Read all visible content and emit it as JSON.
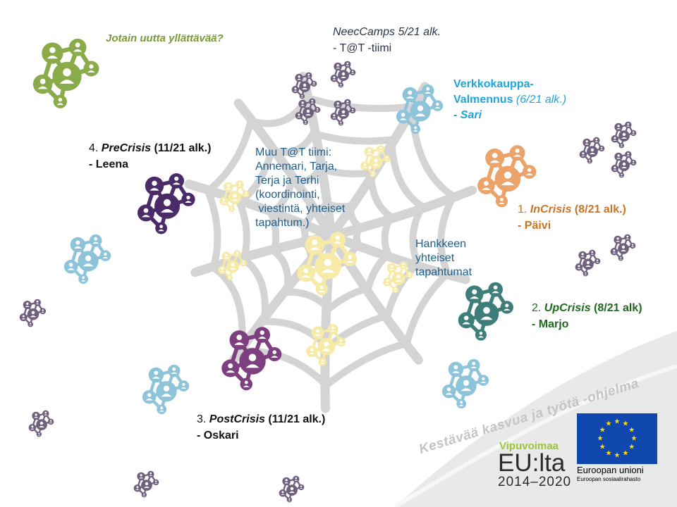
{
  "colors": {
    "olive": "#8aab4a",
    "lightblue": "#8ec4da",
    "blue": "#1ea6d8",
    "orange": "#eba36a",
    "teal": "#3d7e7a",
    "purple_dark": "#4a2b68",
    "plum": "#7d3f80",
    "lavender": "#6f607f",
    "cream": "#f6eaa6",
    "web": "#d2d2d2",
    "text_dark": "#1f2a44",
    "text_blue": "#1f5f8b",
    "text_orange": "#c87424",
    "text_green": "#1f6a1f"
  },
  "notes": {
    "surprise": "Jotain uutta yllättävää?",
    "neeccamps_title": "NeecCamps 5/21 alk.",
    "neeccamps_team": "- T@T -tiimi",
    "verkko_line1": "Verkkokauppa-",
    "verkko_line2a": "Valmennus ",
    "verkko_line2b": "(6/21 alk.)",
    "verkko_line3": "- Sari",
    "precrisis_num": "4. ",
    "precrisis_name": "PreCrisis",
    "precrisis_date": " (11/21 alk.)",
    "precrisis_person": "- Leena",
    "muu_lines": [
      "Muu T@T tiimi:",
      "Annemari, Tarja,",
      "Terja ja Terhi",
      "(koordinointi,",
      " viestintä, yhteiset",
      "tapahtum.)"
    ],
    "incrisis_num": "1. ",
    "incrisis_name": "InCrisis",
    "incrisis_date": " (8/21 alk.)",
    "incrisis_person": "- Päivi",
    "hankkeen_lines": [
      "Hankkeen",
      "yhteiset",
      "tapahtumat"
    ],
    "upcrisis_num": "2. ",
    "upcrisis_name": "UpCrisis",
    "upcrisis_date": " (8/21 alk)",
    "upcrisis_person": "- Marjo",
    "postcrisis_num": "3. ",
    "postcrisis_name": "PostCrisis",
    "postcrisis_date": " (11/21 alk.)",
    "postcrisis_person": "- Oskari"
  },
  "footer": {
    "slogan": "Kestävää kasvua ja työtä -ohjelma",
    "vipuvoimaa": "Vipuvoimaa",
    "eulta": "EU:lta",
    "years": "2014–2020",
    "eu_name": "Euroopan unioni",
    "eu_fund": "Euroopan sosiaalirahasto"
  }
}
